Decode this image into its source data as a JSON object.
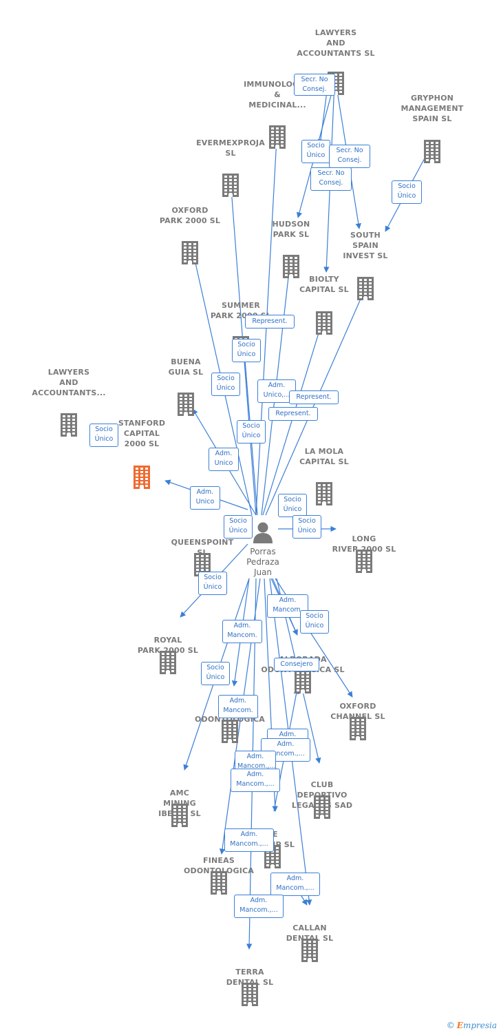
{
  "colors": {
    "edge": "#3b7fd6",
    "building": "#7a7a7a",
    "focus": "#f06a30",
    "person": "#777777"
  },
  "person": {
    "name": "Porras\nPedraza\nJuan",
    "icon": "person-icon"
  },
  "nodes": [
    {
      "id": "lawyers1",
      "label": "LAWYERS\nAND\nACCOUNTANTS SL"
    },
    {
      "id": "immuno",
      "label": "IMMUNOLOGI...\n&\nMEDICINAL..."
    },
    {
      "id": "gryphon",
      "label": "GRYPHON\nMANAGEMENT\nSPAIN SL"
    },
    {
      "id": "evermex",
      "label": "EVERMEXPROJA\nSL"
    },
    {
      "id": "oxford2000",
      "label": "OXFORD\nPARK 2000 SL"
    },
    {
      "id": "hudson",
      "label": "HUDSON\nPARK SL"
    },
    {
      "id": "southspain",
      "label": "SOUTH\nSPAIN\nINVEST SL"
    },
    {
      "id": "biolty",
      "label": "BIOLTY\nCAPITAL SL"
    },
    {
      "id": "summer",
      "label": "SUMMER\nPARK 2000 SL"
    },
    {
      "id": "buena",
      "label": "BUENA\nGUIA SL"
    },
    {
      "id": "lawyers2",
      "label": "LAWYERS\nAND\nACCOUNTANTS..."
    },
    {
      "id": "stanford",
      "label": "STANFORD\nCAPITAL\n2000 SL"
    },
    {
      "id": "lamola",
      "label": "LA MOLA\nCAPITAL SL"
    },
    {
      "id": "queens",
      "label": "QUEENSPOINT\nSL"
    },
    {
      "id": "longriver",
      "label": "LONG\nRIVER 2000 SL"
    },
    {
      "id": "royal",
      "label": "ROYAL\nPARK 2000 SL"
    },
    {
      "id": "alborada",
      "label": "ALBORADA\nODONTOLOGICA SL"
    },
    {
      "id": "naos",
      "label": "NAOS\nODONTOLOGICA\nSL"
    },
    {
      "id": "oxfordch",
      "label": "OXFORD\nCHANNEL SL"
    },
    {
      "id": "club",
      "label": "CLUB\nDEPORTIVO\nLEGANES SAD"
    },
    {
      "id": "amc",
      "label": "AMC\nMINING\nIBERIA SL"
    },
    {
      "id": "te",
      "label": "TE\nGROUP SL"
    },
    {
      "id": "fineas",
      "label": "FINEAS\nODONTOLOGICA\nSL"
    },
    {
      "id": "callan",
      "label": "CALLAN\nDENTAL SL"
    },
    {
      "id": "terra",
      "label": "TERRA\nDENTAL SL"
    }
  ],
  "edge_labels": [
    {
      "id": "e1",
      "text": "Secr. No\nConsej."
    },
    {
      "id": "e2",
      "text": "Socio\nÚnico"
    },
    {
      "id": "e3",
      "text": "Secr. No\nConsej."
    },
    {
      "id": "e4",
      "text": "Secr. No\nConsej."
    },
    {
      "id": "e5",
      "text": "Socio\nÚnico"
    },
    {
      "id": "e6",
      "text": "Represent."
    },
    {
      "id": "e7",
      "text": "Socio\nÚnico"
    },
    {
      "id": "e8",
      "text": "Socio\nÚnico"
    },
    {
      "id": "e9",
      "text": "Adm.\nUnico,..."
    },
    {
      "id": "e10",
      "text": "Represent."
    },
    {
      "id": "e11",
      "text": "Represent."
    },
    {
      "id": "e12",
      "text": "Socio\nÚnico"
    },
    {
      "id": "e13",
      "text": "Socio\nÚnico"
    },
    {
      "id": "e14",
      "text": "Adm.\nUnico"
    },
    {
      "id": "e15",
      "text": "Adm.\nUnico"
    },
    {
      "id": "e16",
      "text": "Socio\nÚnico"
    },
    {
      "id": "e17",
      "text": "Socio\nÚnico"
    },
    {
      "id": "e18",
      "text": "Socio\nÚnico"
    },
    {
      "id": "e19",
      "text": "Socio\nÚnico"
    },
    {
      "id": "e20",
      "text": "Adm.\nMancom."
    },
    {
      "id": "e21",
      "text": "Adm.\nMancom."
    },
    {
      "id": "e22",
      "text": "Socio\nÚnico"
    },
    {
      "id": "e23",
      "text": "Consejero"
    },
    {
      "id": "e24",
      "text": "Socio\nÚnico"
    },
    {
      "id": "e25",
      "text": "Adm.\nMancom."
    },
    {
      "id": "e26",
      "text": "Adm.\nMancom.,..."
    },
    {
      "id": "e27",
      "text": "Adm.\nMancom.,..."
    },
    {
      "id": "e28",
      "text": "Adm.\nMancom.,..."
    },
    {
      "id": "e29",
      "text": "Adm.\nMancom.,..."
    },
    {
      "id": "e30",
      "text": "Adm.\nMancom.,..."
    },
    {
      "id": "e31",
      "text": "Adm.\nMancom.,..."
    },
    {
      "id": "e32",
      "text": "Adm.\nMancom.,..."
    }
  ],
  "copyright": {
    "symbol": "©",
    "brand_first": "E",
    "brand_rest": "mpresia"
  }
}
